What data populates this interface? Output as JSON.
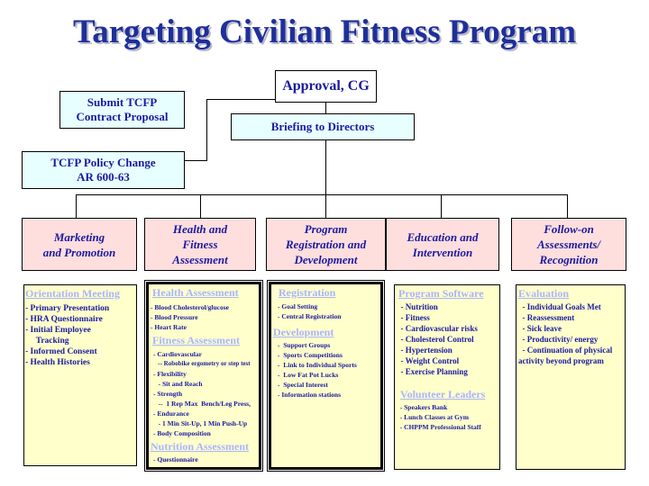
{
  "title": "Targeting Civilian Fitness Program",
  "top_boxes": {
    "approval": "Approval, CG",
    "submit_line1": "Submit TCFP",
    "submit_line2": "Contract Proposal",
    "briefing": "Briefing to Directors",
    "policy_line1": "TCFP Policy Change",
    "policy_line2": "AR 600-63"
  },
  "columns": [
    {
      "head": [
        "Marketing",
        "and Promotion"
      ]
    },
    {
      "head": [
        "Health and",
        "Fitness",
        "Assessment"
      ]
    },
    {
      "head": [
        "Program",
        "Registration and",
        "Development"
      ]
    },
    {
      "head": [
        "Education and",
        "Intervention"
      ]
    },
    {
      "head": [
        "Follow-on",
        "Assessments/",
        "Recognition"
      ]
    }
  ],
  "panels": {
    "p1": {
      "s1": "Orientation Meeting",
      "items": [
        "- Primary Presentation",
        "- HRA Questionnaire",
        "- Initial Employee",
        "     Tracking",
        "- Informed Consent",
        "- Health Histories"
      ]
    },
    "p2": {
      "s1": "Health Assessment",
      "a": [
        "- Blood Cholesterol/glucose",
        "- Blood Pressure",
        "- Heart Rate"
      ],
      "s2": "Fitness Assessment",
      "b": [
        "- Cardiovascular",
        "   -- Robobike ergometry or step test",
        "- Flexibility",
        "   - Sit and Reach",
        "- Strength",
        "   --  1 Rep Max  Bench/Leg Press,",
        "- Endurance",
        "   - 1 Min Sit-Up, 1 Min Push-Up",
        "- Body Composition"
      ],
      "s3": "Nutrition Assessment",
      "c": [
        "- Questionnaire"
      ]
    },
    "p3": {
      "s1": "Registration",
      "a": [
        "- Goal Setting",
        "- Central Registration"
      ],
      "s2": "Development",
      "b": [
        "-  Support Groups",
        "-  Sports Competitions",
        "-  Link to Individual Sports",
        "-  Low Fat Pot Lucks",
        "-  Special Interest",
        "- Information stations"
      ]
    },
    "p4": {
      "s1": "Program Software",
      "a": [
        "  - Nutrition",
        "  - Fitness",
        "  - Cardiovascular risks",
        "  - Cholesterol Control",
        "  - Hypertension",
        "  - Weight Control",
        "  - Exercise Planning"
      ],
      "s2": "Volunteer Leaders",
      "b": [
        "  - Speakers Bank",
        "  - Lunch Classes at Gym",
        "  - CHPPM Professional Staff"
      ]
    },
    "p5": {
      "s1": "Evaluation",
      "a": [
        "  - Individual Goals Met",
        "  - Reassessment",
        "  - Sick leave",
        "  - Productivity/ energy",
        "  - Continuation of physical",
        "activity beyond program"
      ]
    }
  }
}
